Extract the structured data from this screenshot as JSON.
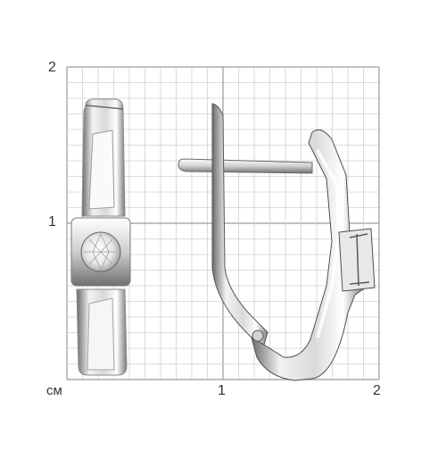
{
  "scale": {
    "unit": "см",
    "y_labels": [
      "2",
      "1"
    ],
    "x_labels": [
      "1",
      "2"
    ]
  },
  "colors": {
    "background": "#ffffff",
    "grid_minor": "#d0d0d0",
    "grid_major": "#9a9a9a",
    "metal_light": "#f4f4f4",
    "metal_mid": "#b8b8b8",
    "metal_dark": "#5a5a5a",
    "label_text": "#333333"
  },
  "subject": {
    "icon": "earring-photo",
    "views": [
      "front-view",
      "side-view"
    ]
  }
}
